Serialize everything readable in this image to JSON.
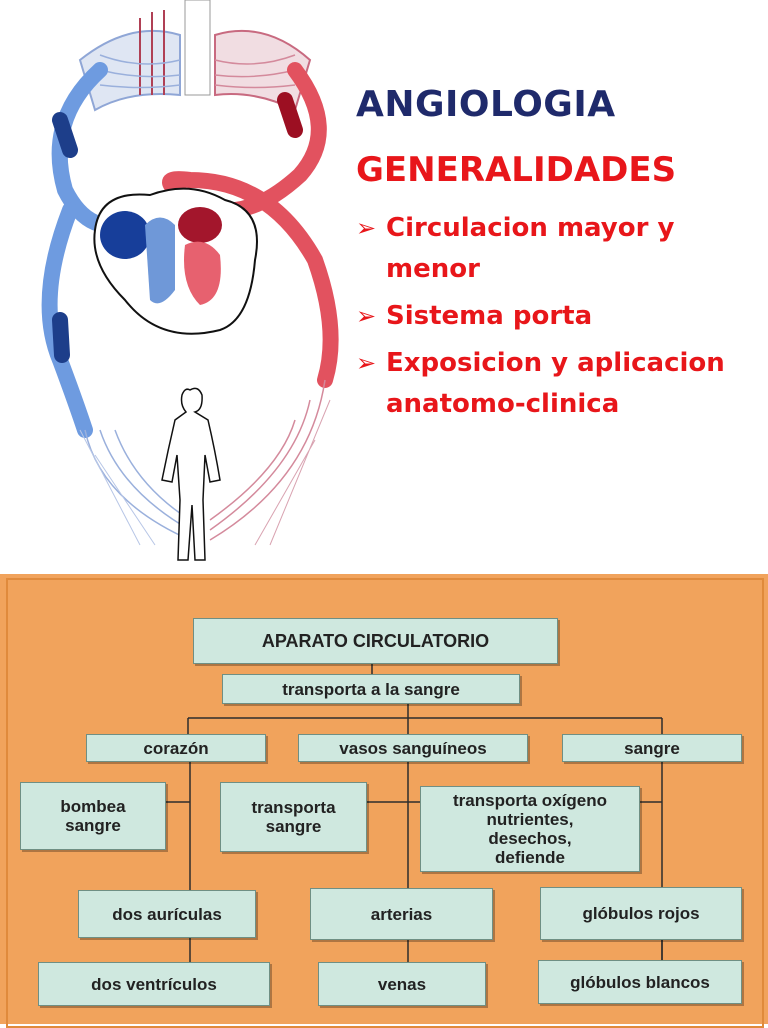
{
  "slide": {
    "title": "ANGIOLOGIA",
    "subtitle": "GENERALIDADES",
    "bullet_symbol": "➢",
    "bullets": [
      "Circulacion mayor y menor",
      "Sistema porta",
      "Exposicion y aplicacion anatomo-clinica"
    ],
    "colors": {
      "title": "#1f2a6b",
      "accent": "#e8161a",
      "arterial": "#c8182b",
      "venous": "#3c73c8"
    }
  },
  "concept_map": {
    "background": "#f1a35c",
    "node_color": "#cfe8df",
    "root": "APARATO CIRCULATORIO",
    "link": "transporta a la sangre",
    "branches": {
      "corazon": {
        "label": "corazón",
        "function": "bombea\nsangre",
        "items": [
          "dos aurículas",
          "dos ventrículos"
        ]
      },
      "vasos": {
        "label": "vasos sanguíneos",
        "function": "transporta\nsangre",
        "items": [
          "arterias",
          "venas"
        ]
      },
      "sangre": {
        "label": "sangre",
        "function": "transporta oxígeno\nnutrientes,\ndesechos,\ndefiende",
        "items": [
          "glóbulos rojos",
          "glóbulos blancos"
        ]
      }
    }
  }
}
